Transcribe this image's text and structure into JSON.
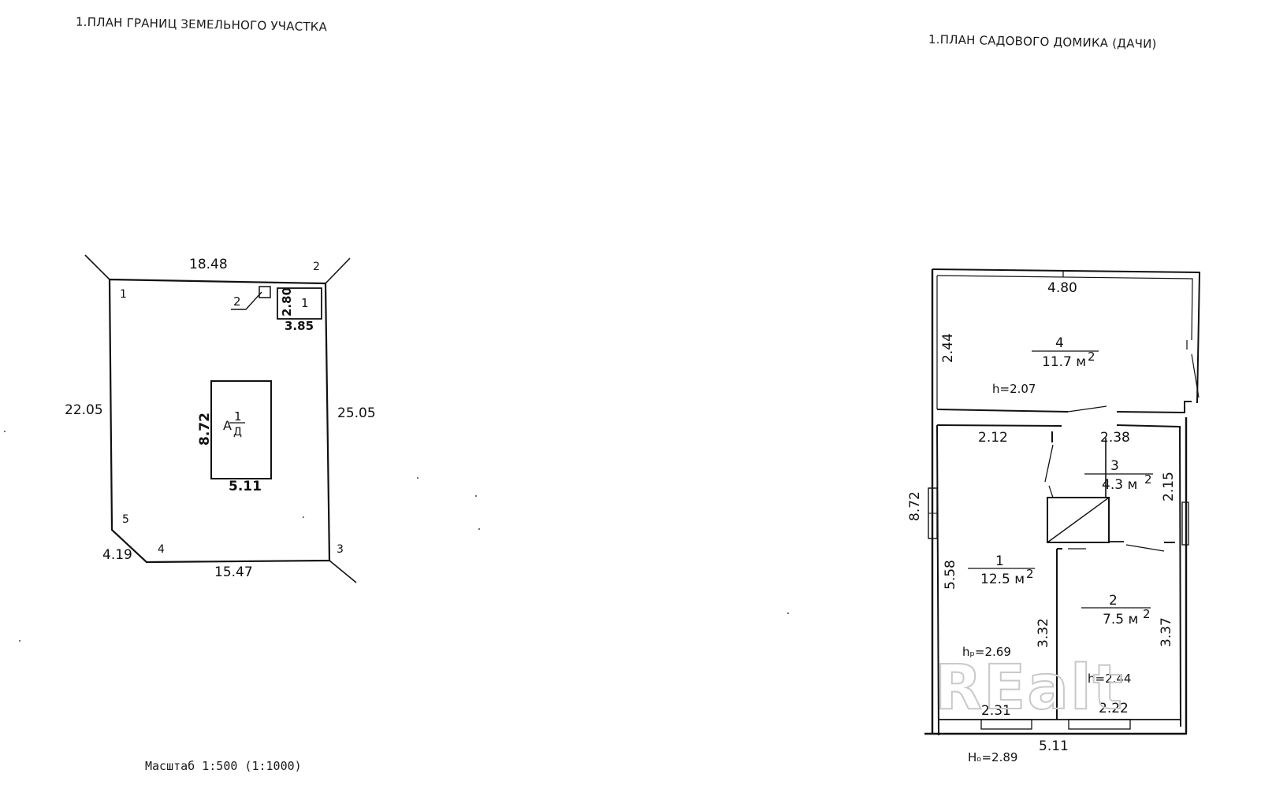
{
  "left_plan": {
    "title": "1.ПЛАН ГРАНИЦ ЗЕМЕЛЬНОГО УЧАСТКА",
    "scale": "Масштаб 1:500 (1:1000)",
    "points": [
      "1",
      "2",
      "3",
      "4",
      "5"
    ],
    "sides": {
      "top": "18.48",
      "left": "22.05",
      "right": "25.05",
      "bottom": "15.47",
      "corner": "4.19"
    },
    "small_building": {
      "number": "1",
      "width": "3.85",
      "depth": "2.80"
    },
    "small_marker": "2",
    "house": {
      "label_main": "А",
      "label_num": "1",
      "label_sub": "Д",
      "length": "8.72",
      "width": "5.11"
    }
  },
  "right_plan": {
    "title": "1.ПЛАН САДОВОГО ДОМИКА (ДАЧИ)",
    "overall": {
      "top": "4.80",
      "left": "8.72",
      "bottom": "5.11",
      "total_height": "Hₒ=2.89"
    },
    "rooms": [
      {
        "number": "4",
        "area": "11.7 м",
        "sup": "2",
        "height": "h=2.07",
        "dim_v": "2.44"
      },
      {
        "number": "3",
        "area": "4.3 м",
        "sup": "2",
        "dim_top": "2.38",
        "dim_v": "2.15"
      },
      {
        "number": "1",
        "area": "12.5 м",
        "sup": "2",
        "height": "hₚ=2.69",
        "dim_top": "2.12",
        "dim_v": "5.58",
        "dim_v2": "3.32",
        "dim_bottom": "2.31"
      },
      {
        "number": "2",
        "area": "7.5 м",
        "sup": "2",
        "height": "h=2.44",
        "dim_v": "3.37",
        "dim_bottom": "2.22"
      }
    ]
  },
  "watermark": "REalt"
}
